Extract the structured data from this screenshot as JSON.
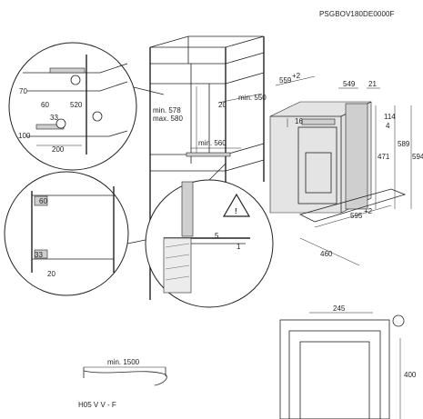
{
  "header": {
    "code": "PSGBOV180DE0000F"
  },
  "tr": {
    "d559": "559",
    "d559sup": "+2",
    "d549": "549",
    "d21": "21",
    "d16": "16",
    "d114": "114",
    "d4": "4",
    "d589": "589",
    "d594": "594",
    "d471": "471",
    "d595": "595",
    "d595sup": "+2",
    "d460": "460"
  },
  "cab": {
    "min550": "min. 550",
    "min578": "min. 578",
    "max580": "max. 580",
    "d20": "20",
    "min560": "min. 560"
  },
  "c1": {
    "d70": "70",
    "d60": "60",
    "d520": "520",
    "d33": "33",
    "d100": "100",
    "d200": "200"
  },
  "c2": {
    "d60": "60",
    "d33": "33",
    "d20": "20"
  },
  "c3": {
    "d5": "5",
    "d1": "1"
  },
  "cable": {
    "min1500": "min. 1500",
    "type": "H05 V V - F"
  },
  "br": {
    "d245": "245",
    "d400": "400"
  },
  "colors": {
    "ink": "#222222",
    "fill": "#cfcfcf",
    "light": "#e4e4e4"
  }
}
